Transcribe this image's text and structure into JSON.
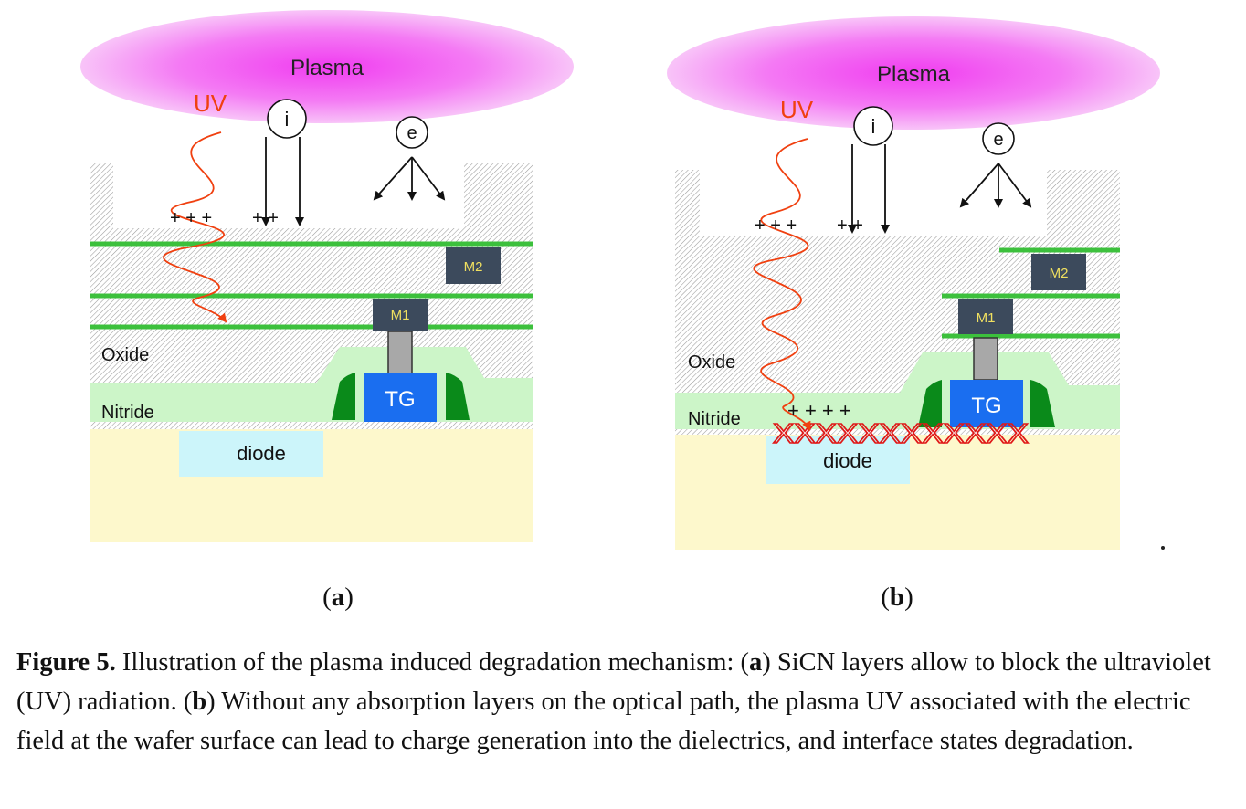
{
  "panels": [
    {
      "id": "a",
      "letter": "a",
      "plasma_label": "Plasma",
      "uv_label": "UV",
      "ion_label": "i",
      "electron_label": "e",
      "plus_marks_left": "+ + +",
      "plus_marks_right": "+ +",
      "m2_label": "M2",
      "m1_label": "M1",
      "oxide_label": "Oxide",
      "nitride_label": "Nitride",
      "tg_label": "TG",
      "diode_label": "diode"
    },
    {
      "id": "b",
      "letter": "b",
      "plasma_label": "Plasma",
      "uv_label": "UV",
      "ion_label": "i",
      "electron_label": "e",
      "plus_marks_left": "+ + +",
      "plus_marks_right": "+ +",
      "plus_marks_nitride": "+ + + +",
      "m2_label": "M2",
      "m1_label": "M1",
      "oxide_label": "Oxide",
      "nitride_label": "Nitride",
      "tg_label": "TG",
      "diode_label": "diode",
      "interface_defects": "XXXXXXXXXXXX"
    }
  ],
  "caption": {
    "label": "Figure 5.",
    "text_1": " Illustration of the plasma induced degradation mechanism: (",
    "a_letter": "a",
    "text_2": ") SiCN layers allow to block the ultraviolet (UV) radiation. (",
    "b_letter": "b",
    "text_3": ") Without any absorption layers on the optical path, the plasma UV associated with the electric field at the wafer surface can lead to charge generation into the dielectrics, and interface states degradation."
  },
  "colors": {
    "plasma_center": "#f040f0",
    "plasma_edge": "#f8c8f8",
    "uv_wave": "#f04010",
    "metal_line": "#3cc03c",
    "metal_block": "#3c4a5c",
    "metal_text": "#f0e060",
    "nitride": "#ccf5c8",
    "spacer": "#0a8a1a",
    "tg": "#1a6ef0",
    "via": "#a8a8a8",
    "diode": "#ccf5fa",
    "substrate": "#fdf8cc",
    "defect": "#e01818"
  }
}
